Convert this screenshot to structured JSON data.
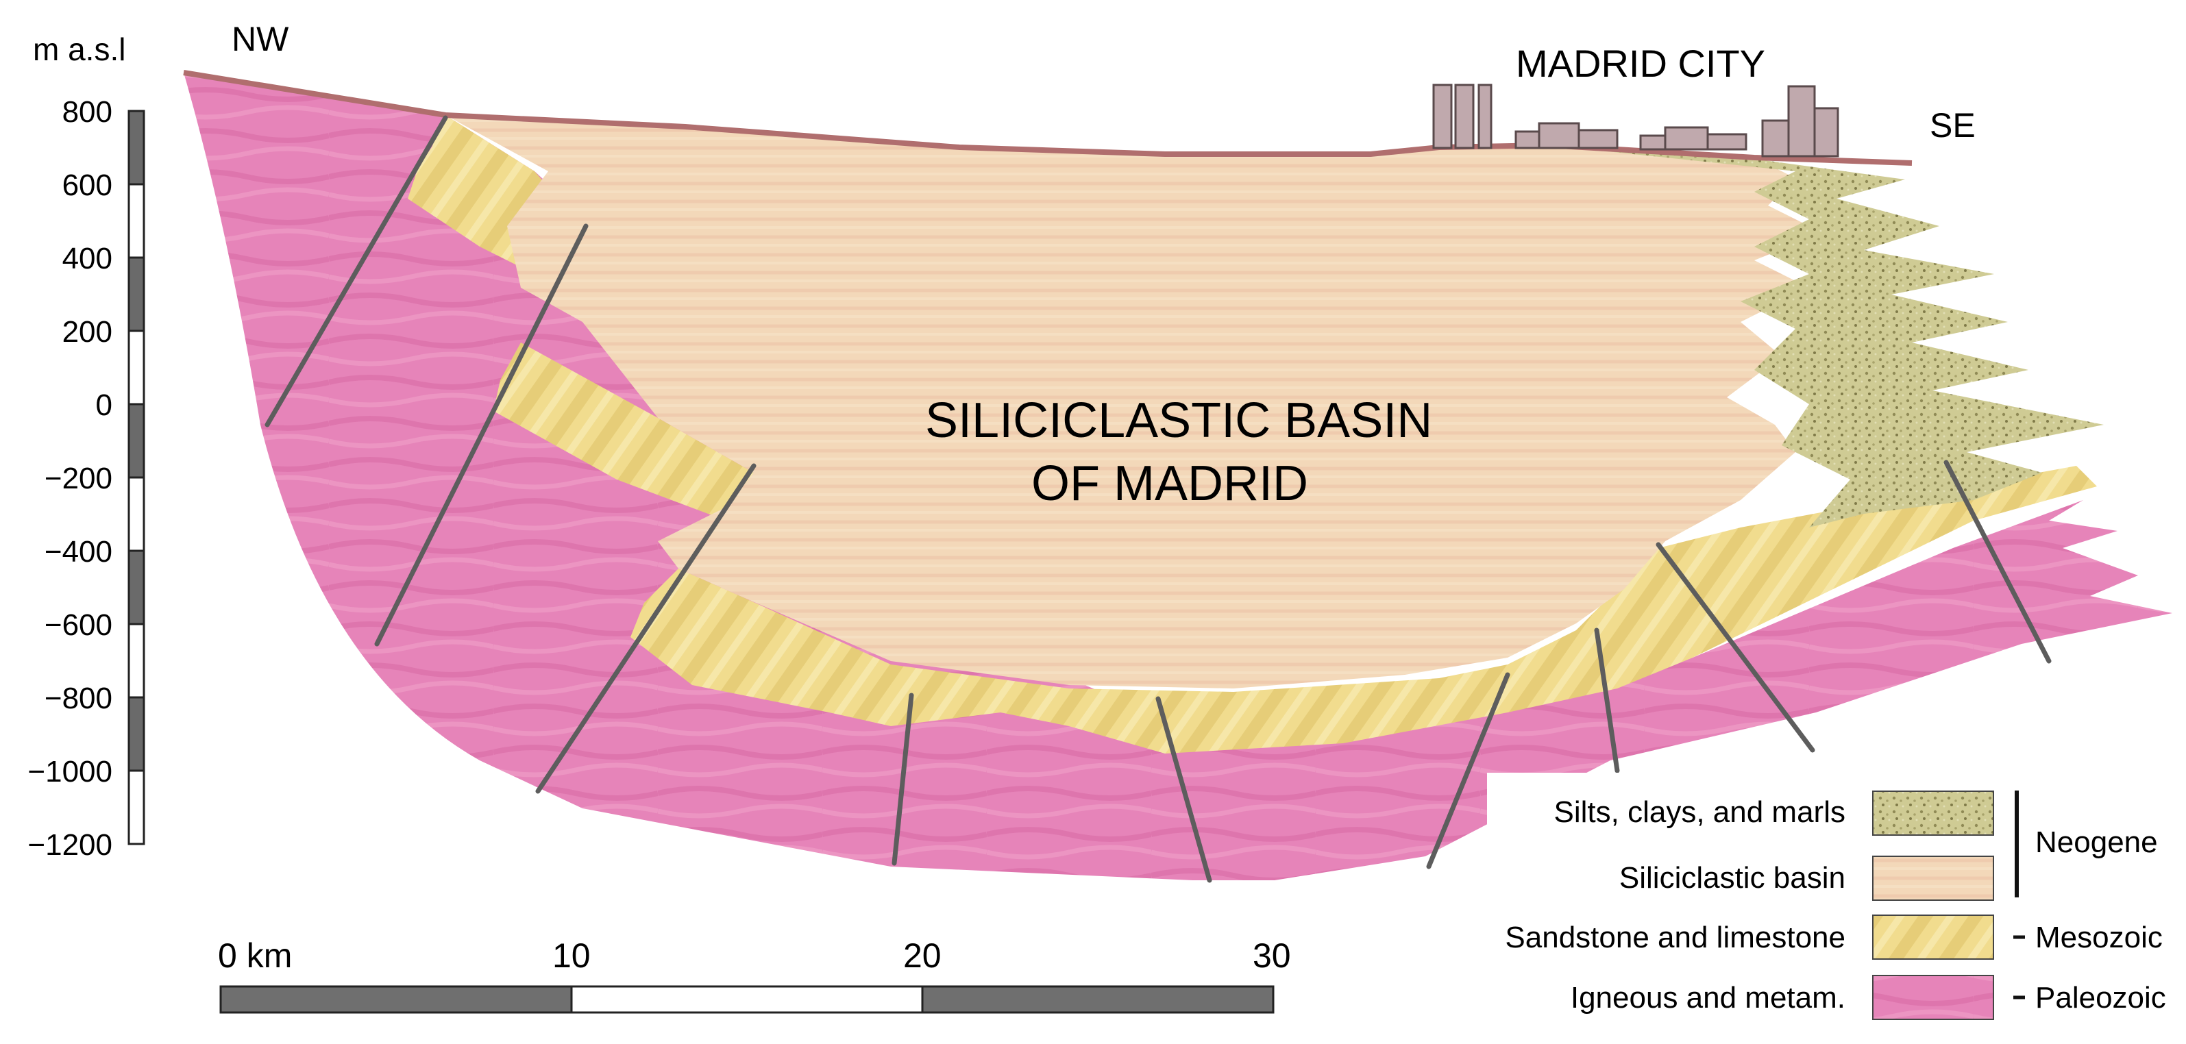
{
  "diagram": {
    "title": "SILICICLASTIC BASIN OF MADRID",
    "title_lines": [
      "SILICICLASTIC BASIN",
      "OF MADRID"
    ],
    "city_label": "MADRID CITY",
    "direction_left": "NW",
    "direction_right": "SE"
  },
  "vertical_axis": {
    "unit_label": "m a.s.l",
    "ticks": [
      "800",
      "600",
      "400",
      "200",
      "0",
      "−200",
      "−400",
      "−600",
      "−800",
      "−1000",
      "−1200"
    ]
  },
  "scale_bar": {
    "ticks": [
      "0 km",
      "10",
      "20",
      "30"
    ]
  },
  "legend": {
    "items": [
      {
        "label": "Silts, clays, and marls",
        "unit": "neogene"
      },
      {
        "label": "Siliciclastic basin",
        "unit": "neogene"
      },
      {
        "label": "Sandstone and limestone",
        "unit": "mesozoic"
      },
      {
        "label": "Igneous and metam.",
        "unit": "paleozoic"
      }
    ],
    "ages": {
      "neogene": "Neogene",
      "mesozoic": "Mesozoic",
      "paleozoic": "Paleozoic"
    }
  },
  "colors": {
    "paleozoic": "#e47fb5",
    "mesozoic": "#efd98a",
    "siliciclastic": "#f2d6b6",
    "silts": "#c9c58c",
    "surface": "#b06e6e",
    "fault": "#5b5b5b",
    "building": "#c0a9ad"
  }
}
